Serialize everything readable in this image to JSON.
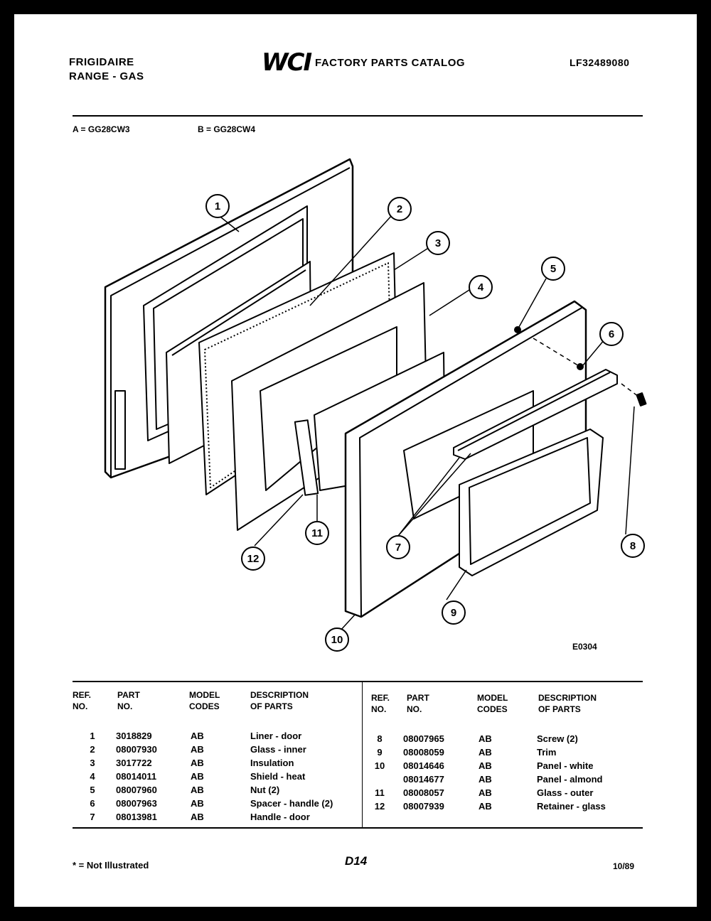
{
  "header": {
    "brand_line1": "FRIGIDAIRE",
    "brand_line2": "RANGE - GAS",
    "logo": "WCI",
    "catalog_title": "FACTORY PARTS CATALOG",
    "catalog_number": "LF32489080"
  },
  "models": {
    "a": "A = GG28CW3",
    "b": "B = GG28CW4"
  },
  "diagram": {
    "callouts": [
      "1",
      "2",
      "3",
      "4",
      "5",
      "6",
      "7",
      "8",
      "9",
      "10",
      "11",
      "12"
    ],
    "figure_code": "E0304"
  },
  "table": {
    "headers_left": {
      "ref": "REF.\nNO.",
      "part": "PART\nNO.",
      "model": "MODEL\nCODES",
      "desc": "DESCRIPTION\nOF PARTS"
    },
    "headers_right": {
      "ref": "REF.\nNO.",
      "part": "PART\nNO.",
      "model": "MODEL\nCODES",
      "desc": "DESCRIPTION\nOF PARTS"
    },
    "left_rows": [
      {
        "ref": "1",
        "part": "3018829",
        "model": "AB",
        "desc": "Liner - door"
      },
      {
        "ref": "2",
        "part": "08007930",
        "model": "AB",
        "desc": "Glass - inner"
      },
      {
        "ref": "3",
        "part": "3017722",
        "model": "AB",
        "desc": "Insulation"
      },
      {
        "ref": "4",
        "part": "08014011",
        "model": "AB",
        "desc": "Shield - heat"
      },
      {
        "ref": "5",
        "part": "08007960",
        "model": "AB",
        "desc": "Nut (2)"
      },
      {
        "ref": "6",
        "part": "08007963",
        "model": "AB",
        "desc": "Spacer - handle (2)"
      },
      {
        "ref": "7",
        "part": "08013981",
        "model": "AB",
        "desc": "Handle - door"
      }
    ],
    "right_rows": [
      {
        "ref": "8",
        "part": "08007965",
        "model": "AB",
        "desc": "Screw (2)"
      },
      {
        "ref": "9",
        "part": "08008059",
        "model": "AB",
        "desc": "Trim"
      },
      {
        "ref": "10",
        "part": "08014646",
        "model": "AB",
        "desc": "Panel - white"
      },
      {
        "ref": "",
        "part": "08014677",
        "model": "AB",
        "desc": "Panel - almond"
      },
      {
        "ref": "11",
        "part": "08008057",
        "model": "AB",
        "desc": "Glass - outer"
      },
      {
        "ref": "12",
        "part": "08007939",
        "model": "AB",
        "desc": "Retainer - glass"
      }
    ]
  },
  "footer": {
    "note": "* = Not Illustrated",
    "page": "D14",
    "date": "10/89"
  }
}
